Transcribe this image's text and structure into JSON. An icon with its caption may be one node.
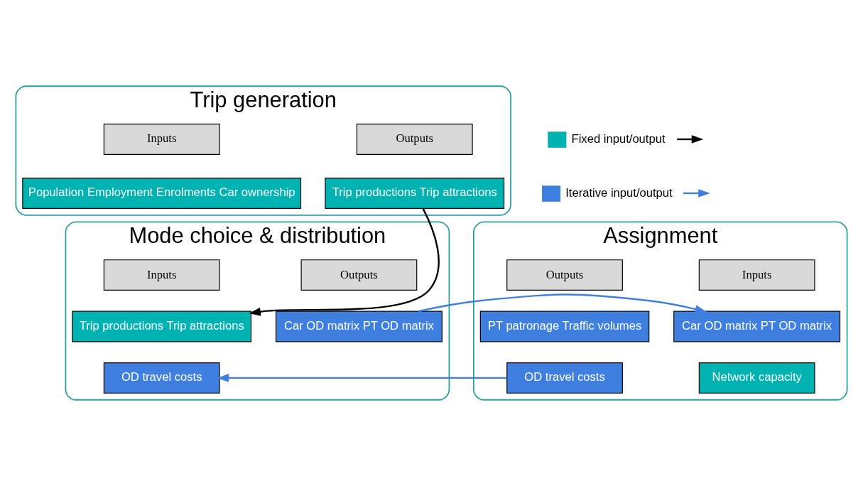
{
  "diagram": {
    "nodes": [
      {
        "text": [
          "Trip generation"
        ]
      },
      {
        "text": [
          "Inputs"
        ],
        "in": 0
      },
      {
        "text": [
          "Population Employment Enrolments Car ownership"
        ],
        "in": 0
      },
      {
        "text": [
          "Outputs"
        ],
        "in": 0
      },
      {
        "text": [
          "Trip productions Trip attractions"
        ],
        "in": 0
      },
      {
        "text": [
          "Mode choice & distribution"
        ]
      },
      {
        "text": [
          "Inputs"
        ],
        "in": 5
      },
      {
        "text": [
          "Trip productions Trip attractions"
        ],
        "in": 5
      },
      {
        "text": [
          "OD travel costs"
        ],
        "in": 5
      },
      {
        "text": [
          "Outputs"
        ],
        "in": 5
      },
      {
        "text": [
          "Car OD matrix PT OD matrix"
        ],
        "in": 5
      },
      {
        "text": [
          "Assignment"
        ]
      },
      {
        "text": [
          "Inputs"
        ],
        "in": 11
      },
      {
        "text": [
          "Car OD matrix PT OD matrix"
        ],
        "in": 11
      },
      {
        "text": [
          "Network capacity"
        ],
        "in": 11
      },
      {
        "text": [
          "Outputs"
        ],
        "in": 11
      },
      {
        "text": [
          "PT patronage Traffic volumes"
        ],
        "in": 11
      },
      {
        "text": [
          "OD travel costs"
        ],
        "in": 11
      }
    ],
    "edges": [
      {
        "from": 4,
        "to": 7,
        "arrow": "to",
        "color": "#000000"
      },
      {
        "from": 10,
        "to": 13,
        "arrow": "to"
      },
      {
        "from": 17,
        "to": 8,
        "arrow": "to"
      }
    ],
    "legend": [
      {
        "text": "Fixed input/output",
        "color": "#00b3b3"
      },
      {
        "text": "Iterative input/output",
        "color": "#3f7fe0"
      }
    ]
  }
}
